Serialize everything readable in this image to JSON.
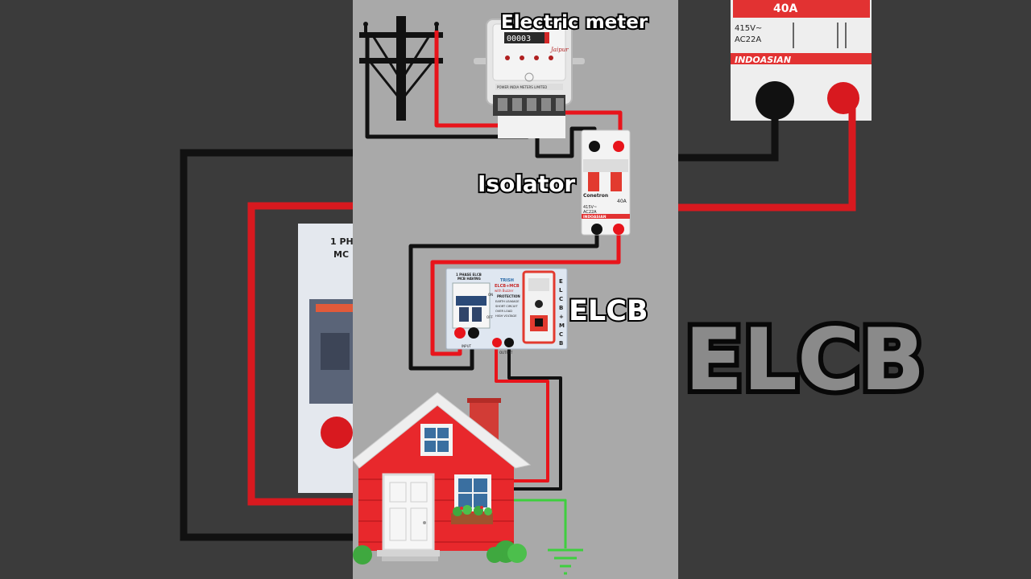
{
  "labels": {
    "meter": "Electric meter",
    "isolator": "Isolator",
    "elcb": "ELCB",
    "bg_elcb": "ELCB"
  },
  "meter": {
    "reading": "00003",
    "brand": "Jaipur",
    "footer": "POWER INDIA METERS LIMITED"
  },
  "isolator": {
    "brand": "Conetron",
    "rating": "40A",
    "spec_voltage": "415V~",
    "spec_ac": "AC22A",
    "maker": "INDOASIAN"
  },
  "bg_isolator": {
    "rating": "40A",
    "spec_voltage": "415V~",
    "spec_ac": "AC22A",
    "maker": "INDOASIAN"
  },
  "bg_mcb": {
    "line1": "1 PH",
    "line2": "MC"
  },
  "elcb_box": {
    "title_line1": "1 PHASE ELCB",
    "title_line2": "MCB HAVING",
    "brand": "TRISH",
    "product": "ELCB+MCB",
    "product_sub": "with Buzzer",
    "features_title": "PROTECTION",
    "features": [
      "EARTH LEAKAGE",
      "SHORT CIRCUIT",
      "OVER LOAD",
      "HIGH VOLTAGE"
    ],
    "on_label": "ON",
    "off_label": "OFF",
    "input_label": "INPUT",
    "output_label": "OUTPUT",
    "side_text": [
      "E",
      "L",
      "C",
      "B",
      "+",
      "M",
      "C",
      "B"
    ]
  },
  "colors": {
    "phase": "#e8141b",
    "neutral": "#111111",
    "earth": "#3ecf3e",
    "canvas": "#a9a9a9",
    "house_wall": "#e8282c"
  }
}
